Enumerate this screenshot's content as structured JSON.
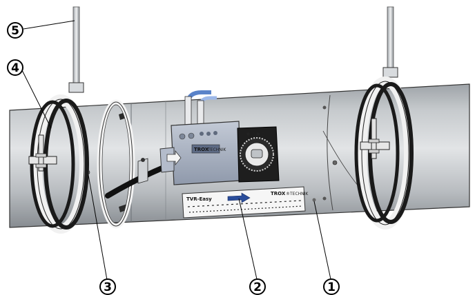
{
  "callouts": [
    {
      "id": "1",
      "label": "①"
    },
    {
      "id": "2",
      "label": "②"
    },
    {
      "id": "3",
      "label": "③"
    },
    {
      "id": "4",
      "label": "④"
    },
    {
      "id": "5",
      "label": "⑤"
    }
  ],
  "label_plate": {
    "left_text": "TVR-Easy",
    "right_text": "TROX",
    "right_suffix": "®TECHNIK"
  },
  "actuator": {
    "brand_text": "TROX",
    "sub_text": "TECHNIK"
  },
  "colors": {
    "duct": "#c9cdd1",
    "duct_dark": "#8e9398",
    "clamp": "#f2f2f2",
    "rubber": "#1a1a1a",
    "actuator_body": "#a9b3c4",
    "arrow_blue": "#2a4d9b"
  }
}
